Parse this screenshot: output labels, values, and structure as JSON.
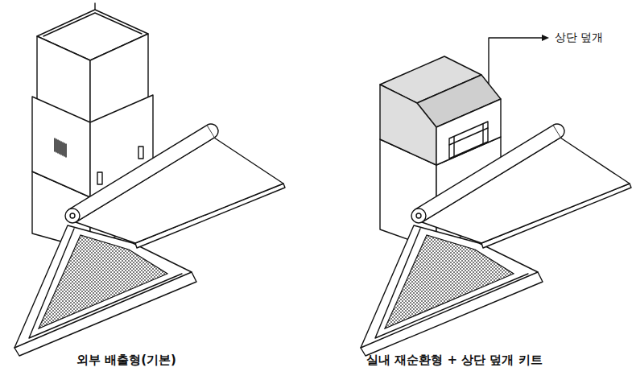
{
  "diagram": {
    "labels": [
      "상단 덮개",
      "외부 배출형(기본)",
      "실내 재순환형 + 상단 덮개 키트"
    ]
  }
}
